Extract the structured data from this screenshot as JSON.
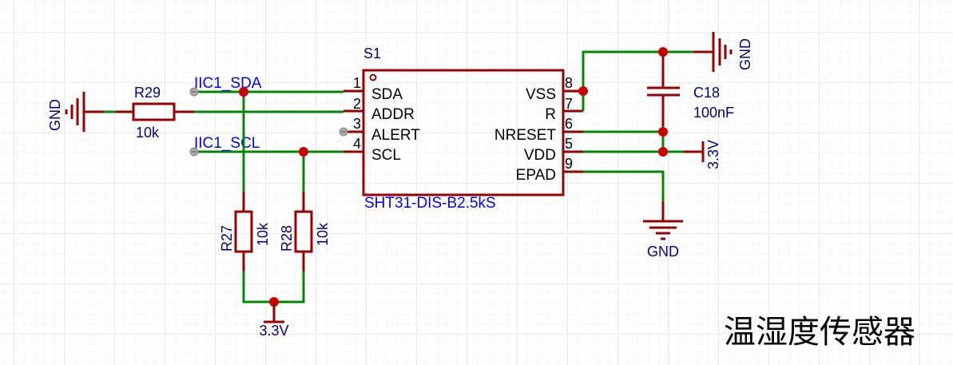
{
  "title": "温湿度传感器",
  "colors": {
    "wire": "#008800",
    "component": "#990000",
    "junction": "#cc0000",
    "net_label": "#0000ff",
    "designator": "#000080",
    "pin_text": "#000000",
    "grid": "#eeeeee",
    "no_connect": "#999999"
  },
  "ic": {
    "designator": "S1",
    "part": "SHT31-DIS-B2.5kS",
    "left_pins": [
      {
        "num": "1",
        "name": "SDA"
      },
      {
        "num": "2",
        "name": "ADDR"
      },
      {
        "num": "3",
        "name": "ALERT"
      },
      {
        "num": "4",
        "name": "SCL"
      }
    ],
    "right_pins": [
      {
        "num": "8",
        "name": "VSS"
      },
      {
        "num": "7",
        "name": "R"
      },
      {
        "num": "6",
        "name": "NRESET"
      },
      {
        "num": "5",
        "name": "VDD"
      },
      {
        "num": "9",
        "name": "EPAD"
      }
    ]
  },
  "nets": {
    "sda": "IIC1_SDA",
    "scl": "IIC1_SCL"
  },
  "resistors": {
    "r29": {
      "designator": "R29",
      "value": "10k"
    },
    "r27": {
      "designator": "R27",
      "value": "10k"
    },
    "r28": {
      "designator": "R28",
      "value": "10k"
    }
  },
  "capacitor": {
    "designator": "C18",
    "value": "100nF"
  },
  "power": {
    "gnd_left": "GND",
    "gnd_top_right": "GND",
    "gnd_bottom": "GND",
    "vcc_right": "3.3V",
    "vcc_bottom": "3.3V"
  }
}
